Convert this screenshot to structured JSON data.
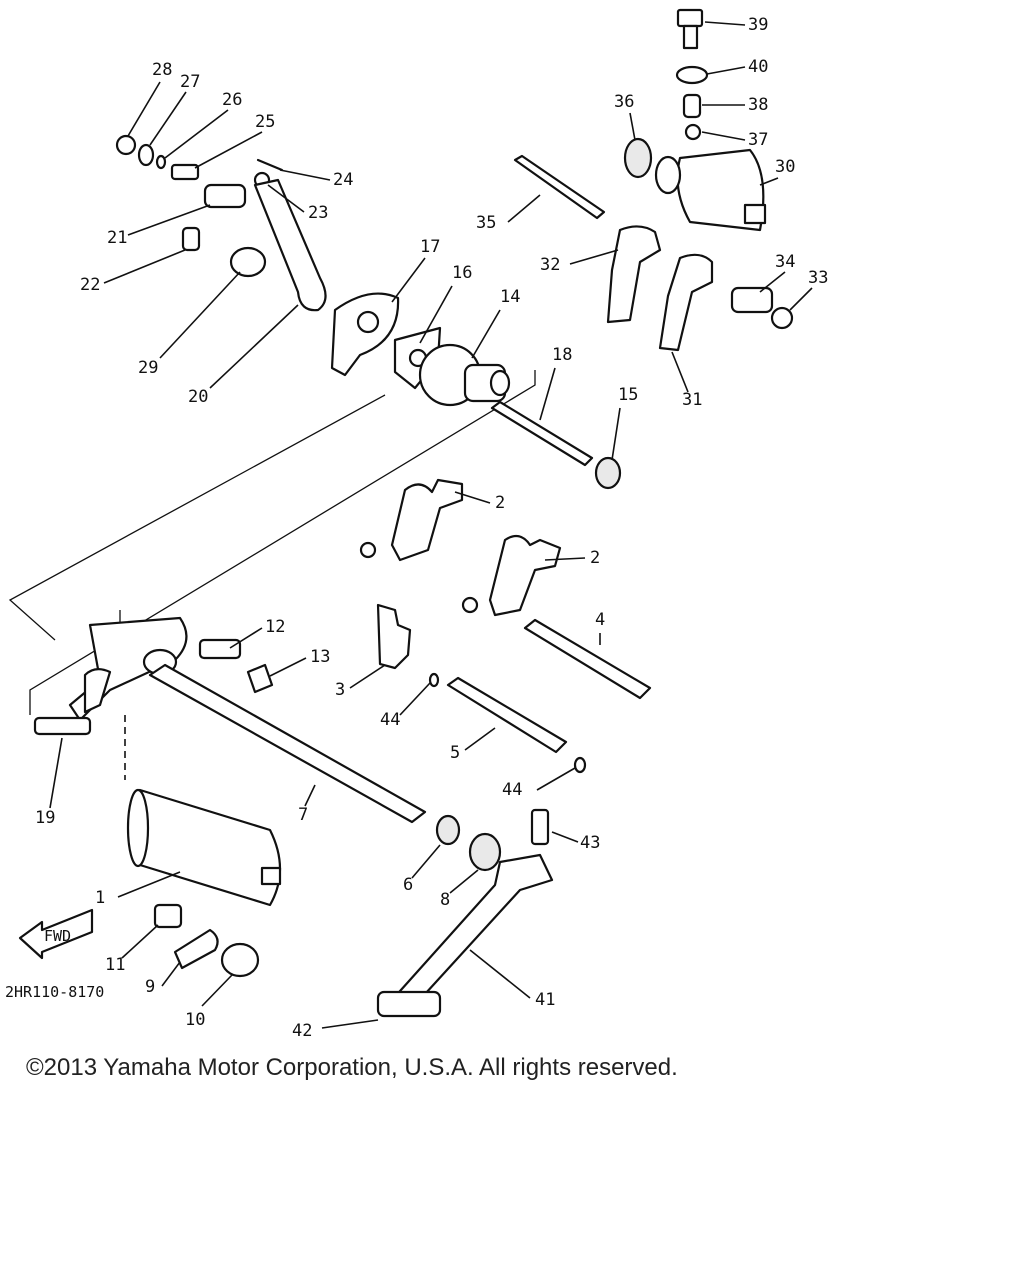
{
  "diagram": {
    "part_labels": [
      "1",
      "2",
      "2",
      "3",
      "4",
      "5",
      "6",
      "7",
      "8",
      "9",
      "10",
      "11",
      "12",
      "13",
      "14",
      "15",
      "16",
      "17",
      "18",
      "19",
      "20",
      "21",
      "22",
      "23",
      "24",
      "25",
      "26",
      "27",
      "28",
      "29",
      "30",
      "31",
      "32",
      "33",
      "34",
      "35",
      "36",
      "37",
      "38",
      "39",
      "40",
      "41",
      "42",
      "43",
      "44",
      "44"
    ],
    "fwd_label": "FWD",
    "diagram_code": "2HR110-8170"
  },
  "footer": {
    "copyright": "©2013 Yamaha Motor Corporation, U.S.A. All rights reserved."
  }
}
